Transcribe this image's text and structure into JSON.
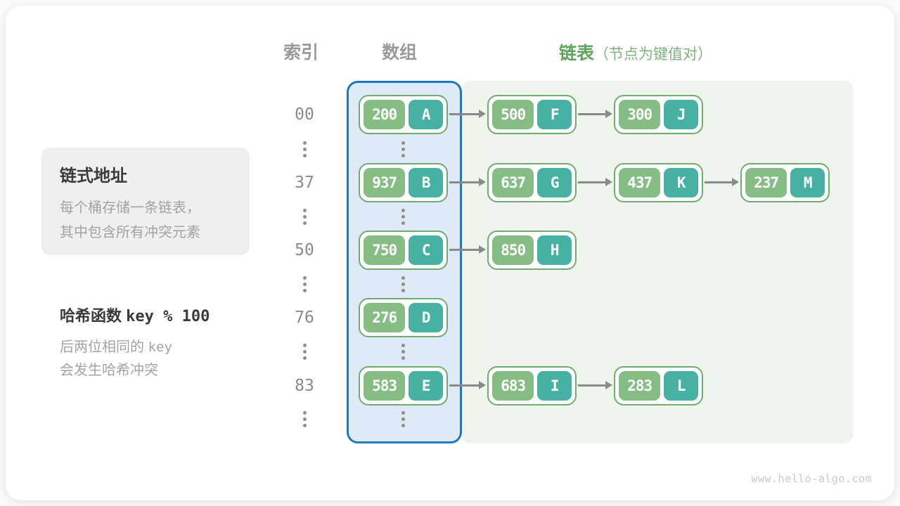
{
  "header": {
    "index_label": "索引",
    "array_label": "数组",
    "list_label": "链表",
    "list_note": "（节点为键值对）"
  },
  "info_card": {
    "title": "链式地址",
    "line1": "每个桶存储一条链表，",
    "line2": "其中包含所有冲突元素"
  },
  "hash_note": {
    "title_prefix": "哈希函数 ",
    "title_code": "key % 100",
    "line1_prefix": "后两位相同的 ",
    "line1_code": "key",
    "line2": "会发生哈希冲突"
  },
  "rows": [
    {
      "index": "00",
      "nodes": [
        {
          "key": "200",
          "value": "A"
        },
        {
          "key": "500",
          "value": "F"
        },
        {
          "key": "300",
          "value": "J"
        }
      ]
    },
    {
      "index": "37",
      "nodes": [
        {
          "key": "937",
          "value": "B"
        },
        {
          "key": "637",
          "value": "G"
        },
        {
          "key": "437",
          "value": "K"
        },
        {
          "key": "237",
          "value": "M"
        }
      ]
    },
    {
      "index": "50",
      "nodes": [
        {
          "key": "750",
          "value": "C"
        },
        {
          "key": "850",
          "value": "H"
        }
      ]
    },
    {
      "index": "76",
      "nodes": [
        {
          "key": "276",
          "value": "D"
        }
      ]
    },
    {
      "index": "83",
      "nodes": [
        {
          "key": "583",
          "value": "E"
        },
        {
          "key": "683",
          "value": "I"
        },
        {
          "key": "283",
          "value": "L"
        }
      ]
    }
  ],
  "watermark": "www.hello-algo.com",
  "colors": {
    "key_bg": "#85BD85",
    "value_bg": "#47B2A4",
    "node_border": "#6FAD6F",
    "array_border": "#1F78C0",
    "array_fill": "#DEEAF6",
    "list_fill": "#EDF5ED",
    "header_gray": "#9A9A9A",
    "header_green": "#5FA55F",
    "note_green": "#7DB47D",
    "index_gray": "#8A8A8A",
    "arrow_gray": "#8A8A8A",
    "dot_gray": "#8F8F8F",
    "card_gray": "#EFEFEF",
    "title_dark": "#3A3A3A",
    "body_gray": "#A3A3A3",
    "watermark_gray": "#C9C9C9"
  }
}
